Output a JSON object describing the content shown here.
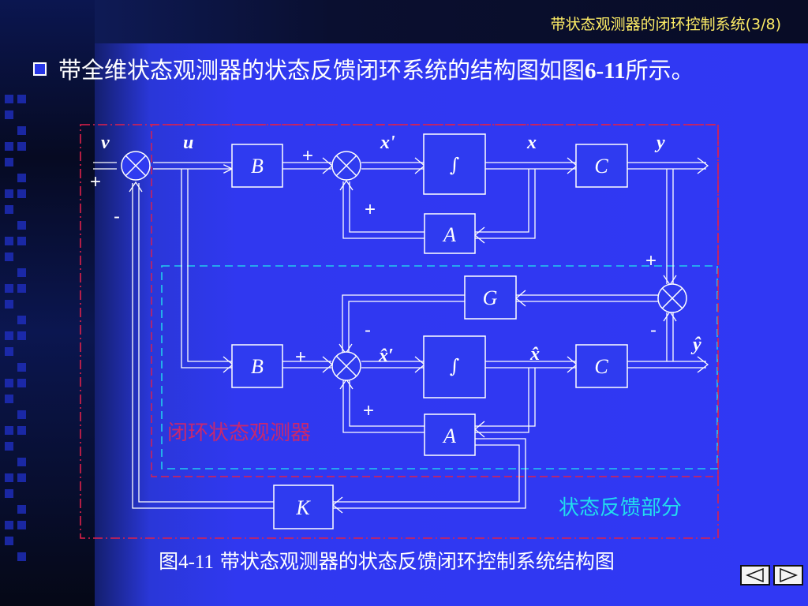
{
  "slide": {
    "title": "带状态观测器的闭环控制系统(3/8)",
    "bullet_text_main": "带全维状态观测器的状态反馈闭环系统的结构图如图",
    "bullet_text_num": "6-11",
    "bullet_text_tail": "所示。"
  },
  "diagram": {
    "signals": {
      "v": "v",
      "u": "u",
      "x_prime": "x'",
      "x": "x",
      "y": "y",
      "xhat_prime": "x̂′",
      "xhat": "x̂",
      "yhat": "ŷ"
    },
    "blocks": {
      "B_top": "B",
      "int_top": "∫",
      "C_top": "C",
      "A_top": "A",
      "G": "G",
      "B_obs": "B",
      "int_obs": "∫",
      "C_obs": "C",
      "A_obs": "A",
      "K": "K"
    },
    "signs": {
      "s1_plus": "+",
      "s1_minus": "-",
      "s2_plus_top": "+",
      "s2_plus_bottom": "+",
      "s3_plus": "+",
      "s3_minus": "-",
      "s4_plus_left": "+",
      "s4_minus_top": "-",
      "s4_plus_bottom": "+"
    },
    "region_labels": {
      "observer": "闭环状态观测器",
      "feedback": "状态反馈部分"
    },
    "colors": {
      "line": "#ffffff",
      "observer_border": "#22ccee",
      "feedback_border": "#e0204a",
      "observer_label": "#c8286e",
      "feedback_label": "#22ddee"
    }
  },
  "caption": {
    "fig_num": "图4-11",
    "text": "带状态观测器的状态反馈闭环控制系统结构图"
  },
  "nav": {
    "prev_icon": "triangle-left-icon",
    "next_icon": "triangle-right-icon"
  }
}
